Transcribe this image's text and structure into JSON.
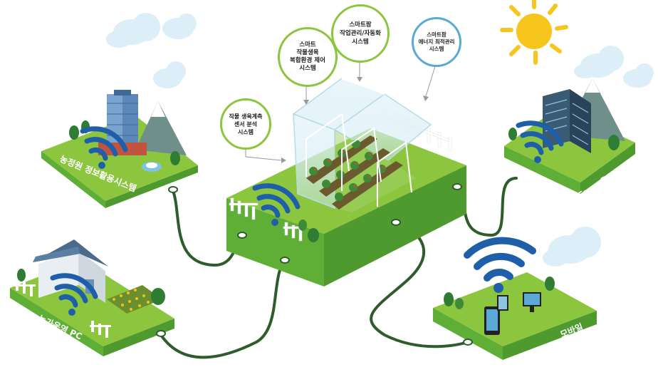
{
  "bubbles": {
    "sensor": "작물 생육계측\n센서 분석\n시스템",
    "environment": "스마트\n작물생육\n복합환경 제어\n시스템",
    "automation": "스마트팜\n작업관리/자동화\n시스템",
    "energy": "스마트팜\n에너지 최적관리\n시스템"
  },
  "platforms": {
    "farm_info": "농정원 정보활용시스템",
    "farm_pc": "농가운영 PC",
    "farm_server": "Farm Data 서버",
    "mobile": "모바일"
  },
  "colors": {
    "platform_top": "#8cc63f",
    "platform_side": "#4f9a2f",
    "wifi": "#1f5faa",
    "cable": "#2e5c2a",
    "sun": "#f6c61f",
    "cloud": "#dceef7"
  },
  "icons": [
    "sun-icon",
    "cloud-icon",
    "wifi-icon",
    "building-icon",
    "greenhouse-icon",
    "house-icon",
    "server-icon",
    "smartphone-icon",
    "monitor-icon",
    "tree-icon"
  ]
}
